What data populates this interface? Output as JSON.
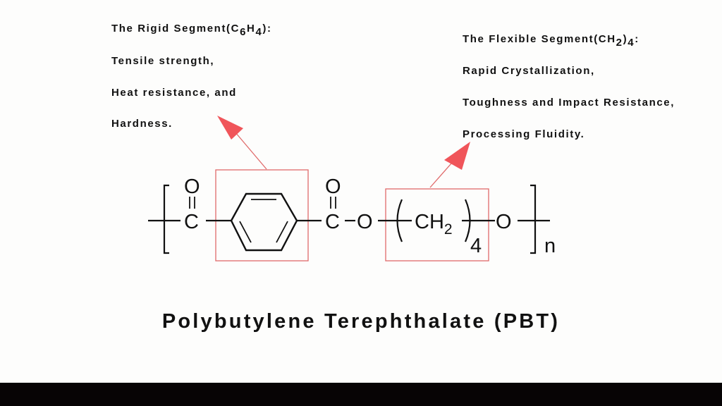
{
  "colors": {
    "background": "#fdfdfc",
    "text": "#111111",
    "highlight_box": "#e06a6a",
    "arrow": "#f0555a",
    "footer_bar": "#070405"
  },
  "left_annotation": {
    "heading_prefix": "The Rigid Segment(C",
    "heading_sub1": "6",
    "heading_mid": "H",
    "heading_sub2": "4",
    "heading_suffix": "):",
    "lines": [
      "Tensile strength,",
      "Heat resistance, and",
      "Hardness."
    ]
  },
  "right_annotation": {
    "heading_prefix": "The Flexible Segment(CH",
    "heading_sub1": "2",
    "heading_mid": ")",
    "heading_sub2": "4",
    "heading_suffix": ":",
    "lines": [
      "Rapid Crystallization,",
      "Toughness and Impact Resistance,",
      "Processing Fluidity."
    ]
  },
  "structure": {
    "carbonyl_o_1": "O",
    "carbon_1": "C",
    "carbonyl_o_2": "O",
    "carbon_2": "C",
    "ester_o_1": "O",
    "ch2_c": "CH",
    "ch2_sub": "2",
    "repeat_count": "4",
    "ester_o_2": "O",
    "polymer_n": "n"
  },
  "title": "Polybutylene Terephthalate (PBT)"
}
